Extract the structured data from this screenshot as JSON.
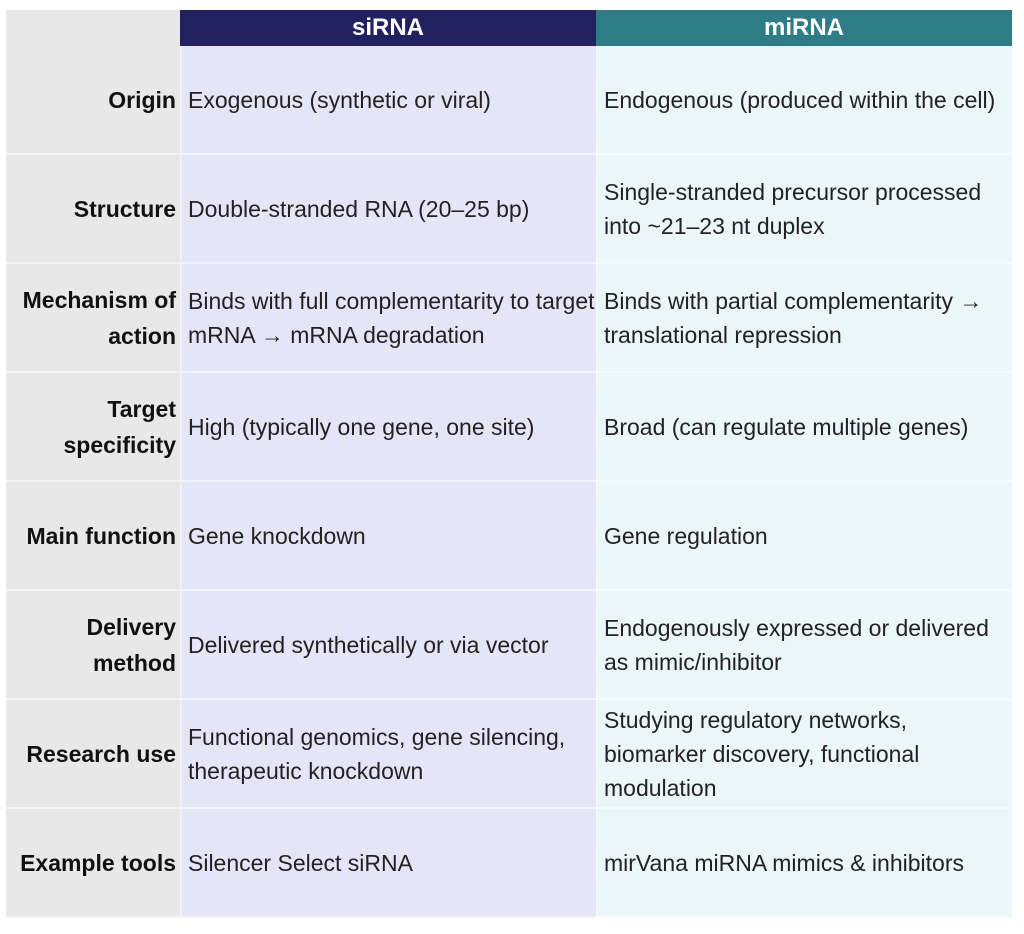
{
  "header": {
    "col1": "siRNA",
    "col2": "miRNA",
    "col1_color": "#222160",
    "col2_color": "#2e7d86"
  },
  "rows": [
    {
      "label": "Origin",
      "sirna": "Exogenous (synthetic or viral)",
      "mirna": "Endogenous (produced within the cell)"
    },
    {
      "label": "Structure",
      "sirna": "Double-stranded RNA (20–25 bp)",
      "mirna": "Single-stranded precursor processed into ~21–23 nt duplex"
    },
    {
      "label": "Mechanism of action",
      "sirna": "Binds with full complementarity to target mRNA → mRNA degradation",
      "mirna": "Binds with partial complementarity → translational repression"
    },
    {
      "label": "Target specificity",
      "sirna": "High (typically one gene, one site)",
      "mirna": "Broad (can regulate multiple genes)"
    },
    {
      "label": "Main function",
      "sirna": "Gene knockdown",
      "mirna": "Gene regulation"
    },
    {
      "label": "Delivery method",
      "sirna": "Delivered synthetically or via vector",
      "mirna": "Endogenously expressed or delivered as mimic/inhibitor"
    },
    {
      "label": "Research use",
      "sirna": "Functional genomics, gene silencing, therapeutic knockdown",
      "mirna": "Studying regulatory networks, biomarker discovery, functional modulation"
    },
    {
      "label": "Example tools",
      "sirna": "Silencer Select siRNA",
      "mirna": "mirVana miRNA mimics & inhibitors"
    }
  ]
}
